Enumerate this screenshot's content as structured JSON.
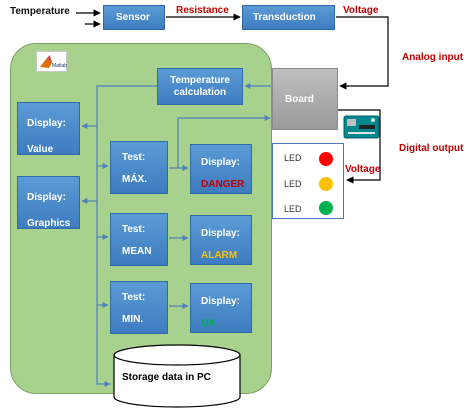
{
  "inputs": {
    "temperature": "Temperature"
  },
  "blocks": {
    "sensor": "Sensor",
    "transduction": "Transduction",
    "temp_calc": "Temperature calculation",
    "board": "Board",
    "display_value": {
      "line1": "Display:",
      "line2": "Value"
    },
    "display_graphics": {
      "line1": "Display:",
      "line2": "Graphics"
    },
    "test_max": {
      "line1": "Test:",
      "line2": "MÁX."
    },
    "test_mean": {
      "line1": "Test:",
      "line2": "MEAN"
    },
    "test_min": {
      "line1": "Test:",
      "line2": "MIN."
    },
    "display_danger": {
      "line1": "Display:",
      "line2": "DANGER"
    },
    "display_alarm": {
      "line1": "Display:",
      "line2": "ALARM"
    },
    "display_ok": {
      "line1": "Display:",
      "line2": "OK"
    },
    "storage": "Storage data in PC"
  },
  "edge_labels": {
    "resistance": "Resistance",
    "voltage_top": "Voltage",
    "analog_input": "Analog input",
    "digital_output": "Digital output",
    "voltage_led": "Voltage"
  },
  "leds": [
    {
      "label": "LED",
      "color": "#ff0000"
    },
    {
      "label": "LED",
      "color": "#ffc000"
    },
    {
      "label": "LED",
      "color": "#00b050"
    }
  ],
  "colors": {
    "panel_green": "#a9d18e",
    "block_blue": "#5b9bd5",
    "danger": "#c00000",
    "alarm": "#ffc000",
    "ok": "#00b050",
    "label_red": "#c00000"
  },
  "icons": {
    "matlab_logo": "matlab-logo",
    "arduino_board": "arduino-board-icon"
  },
  "matlab_text": "Matlab"
}
